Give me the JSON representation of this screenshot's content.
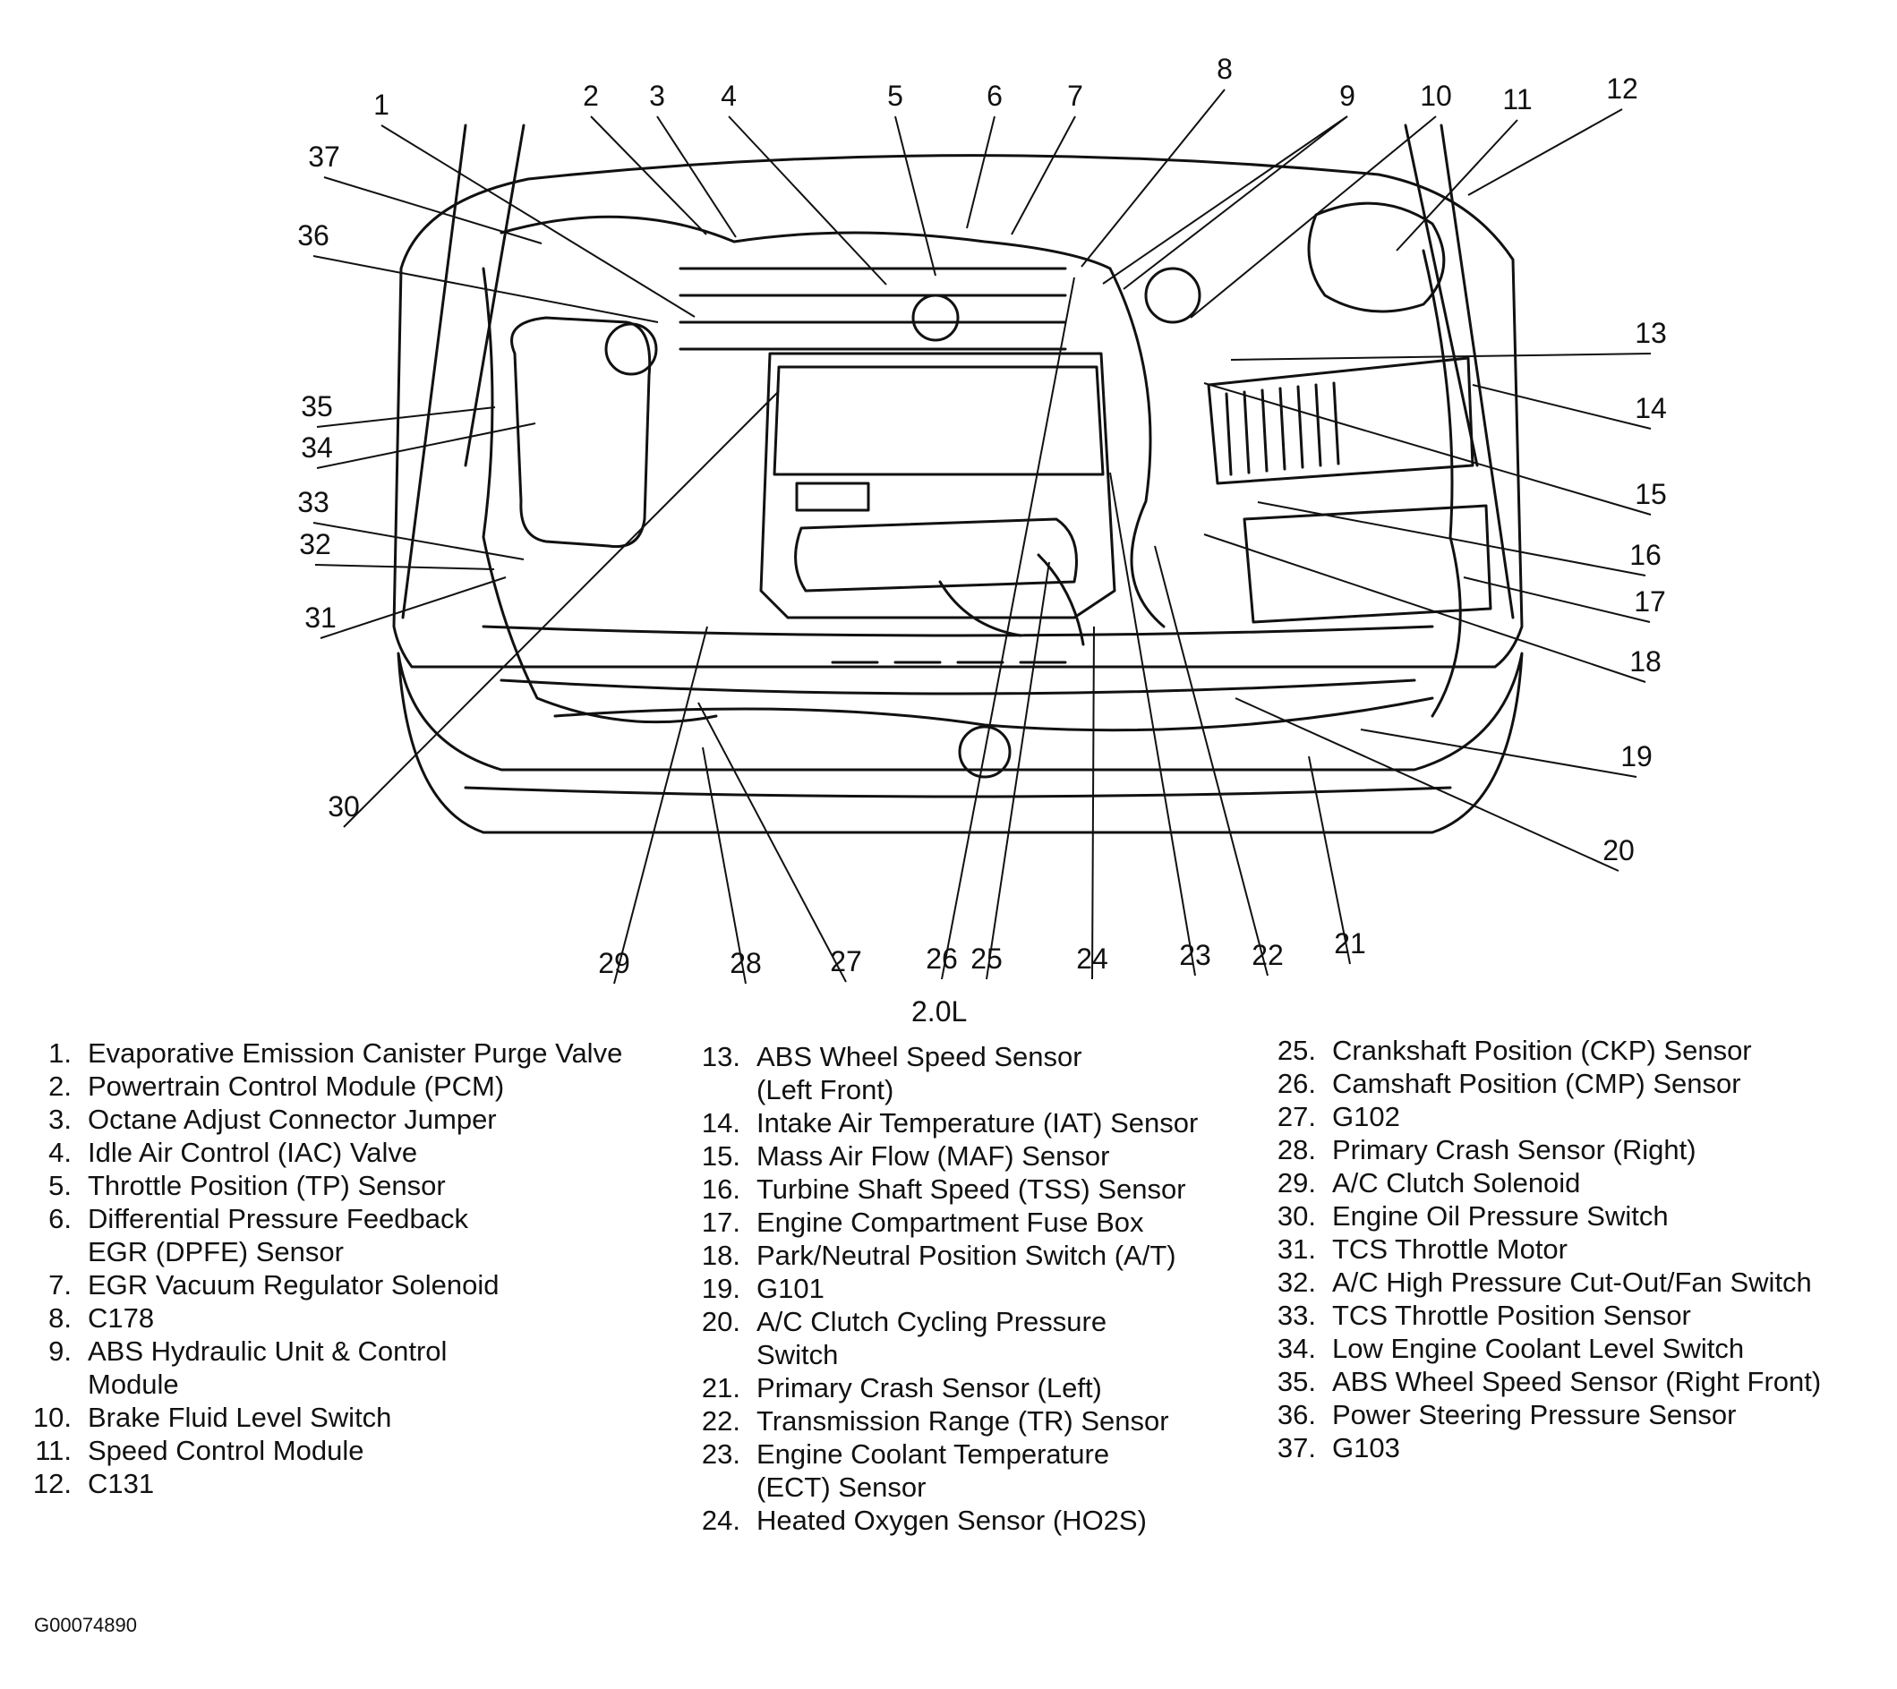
{
  "diagram": {
    "caption": "2.0L",
    "figure_id": "G00074890",
    "callouts": [
      {
        "number": "1",
        "text": "Evaporative Emission Canister Purge Valve"
      },
      {
        "number": "2",
        "text": "Powertrain Control Module (PCM)"
      },
      {
        "number": "3",
        "text": "Octane Adjust Connector Jumper"
      },
      {
        "number": "4",
        "text": "Idle Air Control (IAC) Valve"
      },
      {
        "number": "5",
        "text": "Throttle Position (TP) Sensor"
      },
      {
        "number": "6",
        "text": "Differential Pressure Feedback EGR (DPFE) Sensor"
      },
      {
        "number": "7",
        "text": "EGR Vacuum Regulator Solenoid"
      },
      {
        "number": "8",
        "text": "C178"
      },
      {
        "number": "9",
        "text": "ABS Hydraulic Unit & Control Module"
      },
      {
        "number": "10",
        "text": "Brake Fluid Level Switch"
      },
      {
        "number": "11",
        "text": "Speed Control Module"
      },
      {
        "number": "12",
        "text": "C131"
      },
      {
        "number": "13",
        "text": "ABS Wheel Speed Sensor (Left Front)"
      },
      {
        "number": "14",
        "text": "Intake Air Temperature (IAT) Sensor"
      },
      {
        "number": "15",
        "text": "Mass Air Flow (MAF) Sensor"
      },
      {
        "number": "16",
        "text": "Turbine Shaft Speed (TSS) Sensor"
      },
      {
        "number": "17",
        "text": "Engine Compartment Fuse Box"
      },
      {
        "number": "18",
        "text": "Park/Neutral Position Switch (A/T)"
      },
      {
        "number": "19",
        "text": "G101"
      },
      {
        "number": "20",
        "text": "A/C Clutch Cycling Pressure Switch"
      },
      {
        "number": "21",
        "text": "Primary Crash Sensor (Left)"
      },
      {
        "number": "22",
        "text": "Transmission Range (TR) Sensor"
      },
      {
        "number": "23",
        "text": "Engine Coolant Temperature (ECT) Sensor"
      },
      {
        "number": "24",
        "text": "Heated Oxygen Sensor (HO2S)"
      },
      {
        "number": "25",
        "text": "Crankshaft Position (CKP) Sensor"
      },
      {
        "number": "26",
        "text": "Camshaft Position (CMP) Sensor"
      },
      {
        "number": "27",
        "text": "G102"
      },
      {
        "number": "28",
        "text": "Primary Crash Sensor (Right)"
      },
      {
        "number": "29",
        "text": "A/C Clutch Solenoid"
      },
      {
        "number": "30",
        "text": "Engine Oil Pressure Switch"
      },
      {
        "number": "31",
        "text": "TCS Throttle Motor"
      },
      {
        "number": "32",
        "text": "A/C High Pressure Cut-Out/Fan Switch"
      },
      {
        "number": "33",
        "text": "TCS Throttle Position Sensor"
      },
      {
        "number": "34",
        "text": "Low Engine Coolant Level Switch"
      },
      {
        "number": "35",
        "text": "ABS Wheel Speed Sensor (Right Front)"
      },
      {
        "number": "36",
        "text": "Power Steering Pressure Sensor"
      },
      {
        "number": "37",
        "text": "G103"
      }
    ]
  },
  "legend": {
    "column1": [
      {
        "num": "1.",
        "lines": [
          "Evaporative Emission Canister Purge Valve"
        ]
      },
      {
        "num": "2.",
        "lines": [
          "Powertrain Control Module (PCM)"
        ]
      },
      {
        "num": "3.",
        "lines": [
          "Octane Adjust Connector Jumper"
        ]
      },
      {
        "num": "4.",
        "lines": [
          "Idle Air Control (IAC) Valve"
        ]
      },
      {
        "num": "5.",
        "lines": [
          "Throttle Position (TP) Sensor"
        ]
      },
      {
        "num": "6.",
        "lines": [
          "Differential Pressure Feedback",
          "EGR (DPFE) Sensor"
        ]
      },
      {
        "num": "7.",
        "lines": [
          "EGR Vacuum Regulator Solenoid"
        ]
      },
      {
        "num": "8.",
        "lines": [
          "C178"
        ]
      },
      {
        "num": "9.",
        "lines": [
          "ABS Hydraulic Unit & Control",
          "Module"
        ]
      },
      {
        "num": "10.",
        "lines": [
          "Brake Fluid Level Switch"
        ]
      },
      {
        "num": "11.",
        "lines": [
          "Speed Control Module"
        ]
      },
      {
        "num": "12.",
        "lines": [
          "C131"
        ]
      }
    ],
    "column2": [
      {
        "num": "13.",
        "lines": [
          "ABS Wheel Speed Sensor",
          "(Left Front)"
        ]
      },
      {
        "num": "14.",
        "lines": [
          "Intake Air Temperature (IAT) Sensor"
        ]
      },
      {
        "num": "15.",
        "lines": [
          "Mass Air Flow (MAF) Sensor"
        ]
      },
      {
        "num": "16.",
        "lines": [
          "Turbine Shaft Speed (TSS) Sensor"
        ]
      },
      {
        "num": "17.",
        "lines": [
          "Engine Compartment Fuse Box"
        ]
      },
      {
        "num": "18.",
        "lines": [
          "Park/Neutral Position Switch (A/T)"
        ]
      },
      {
        "num": "19.",
        "lines": [
          "G101"
        ]
      },
      {
        "num": "20.",
        "lines": [
          "A/C Clutch Cycling Pressure",
          "Switch"
        ]
      },
      {
        "num": "21.",
        "lines": [
          "Primary Crash Sensor (Left)"
        ]
      },
      {
        "num": "22.",
        "lines": [
          "Transmission Range (TR) Sensor"
        ]
      },
      {
        "num": "23.",
        "lines": [
          "Engine Coolant Temperature",
          "(ECT) Sensor"
        ]
      },
      {
        "num": "24.",
        "lines": [
          "Heated Oxygen Sensor (HO2S)"
        ]
      }
    ],
    "column3": [
      {
        "num": "25.",
        "lines": [
          "Crankshaft Position (CKP) Sensor"
        ]
      },
      {
        "num": "26.",
        "lines": [
          "Camshaft Position (CMP) Sensor"
        ]
      },
      {
        "num": "27.",
        "lines": [
          "G102"
        ]
      },
      {
        "num": "28.",
        "lines": [
          "Primary Crash Sensor (Right)"
        ]
      },
      {
        "num": "29.",
        "lines": [
          "A/C Clutch Solenoid"
        ]
      },
      {
        "num": "30.",
        "lines": [
          "Engine Oil Pressure Switch"
        ]
      },
      {
        "num": "31.",
        "lines": [
          "TCS Throttle Motor"
        ]
      },
      {
        "num": "32.",
        "lines": [
          "A/C High Pressure Cut-Out/Fan Switch"
        ]
      },
      {
        "num": "33.",
        "lines": [
          "TCS Throttle Position Sensor"
        ]
      },
      {
        "num": "34.",
        "lines": [
          "Low Engine Coolant Level Switch"
        ]
      },
      {
        "num": "35.",
        "lines": [
          "ABS Wheel Speed Sensor (Right Front)"
        ]
      },
      {
        "num": "36.",
        "lines": [
          "Power Steering Pressure Sensor"
        ]
      },
      {
        "num": "37.",
        "lines": [
          "G103"
        ]
      }
    ]
  }
}
